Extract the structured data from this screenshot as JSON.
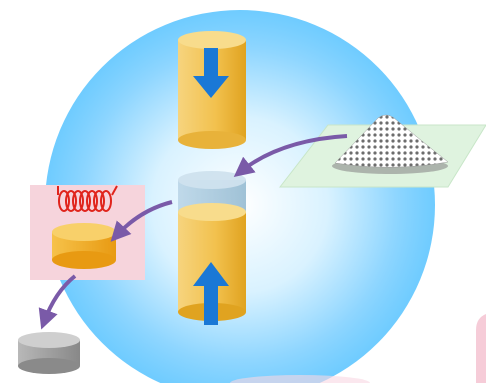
{
  "diagram": {
    "kind": "powder-compaction-process",
    "labels": [],
    "colors": {
      "background_glow": "#bfe9ff",
      "cylinder": "#f2c14e",
      "cylinder_dark": "#e0a320",
      "arrow_blue": "#1a78d6",
      "flow_arrow": "#7a5aa8",
      "heating_panel": "#f6d4dc",
      "coil": "#e0241c",
      "powder_tray": "#dff3df",
      "product": "#9c9c9c"
    },
    "icons": [
      "upper-punch",
      "lower-punch",
      "press-down-arrow",
      "press-up-arrow",
      "compact-blank",
      "powder-pile",
      "heating-coil",
      "heated-compact",
      "final-part",
      "flow-arrow"
    ]
  }
}
